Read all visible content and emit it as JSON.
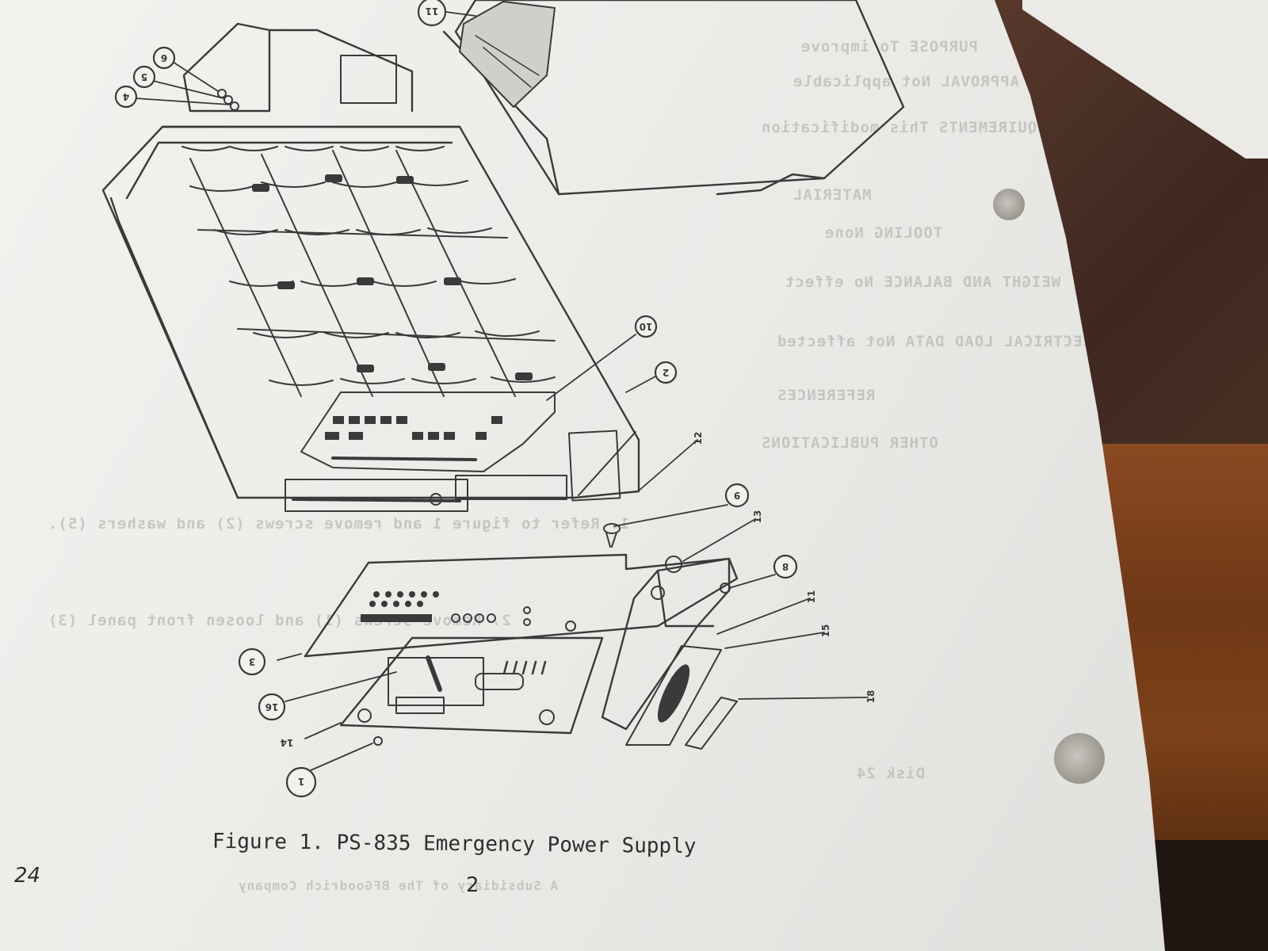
{
  "document": {
    "figure_caption": "Figure 1.  PS-835 Emergency Power Supply",
    "page_number_left": "24",
    "page_number_center": "2"
  },
  "callouts": [
    "11",
    "6",
    "5",
    "4",
    "10",
    "2",
    "12",
    "9",
    "13",
    "8",
    "11",
    "15",
    "1",
    "16",
    "14",
    "18",
    "3"
  ]
}
